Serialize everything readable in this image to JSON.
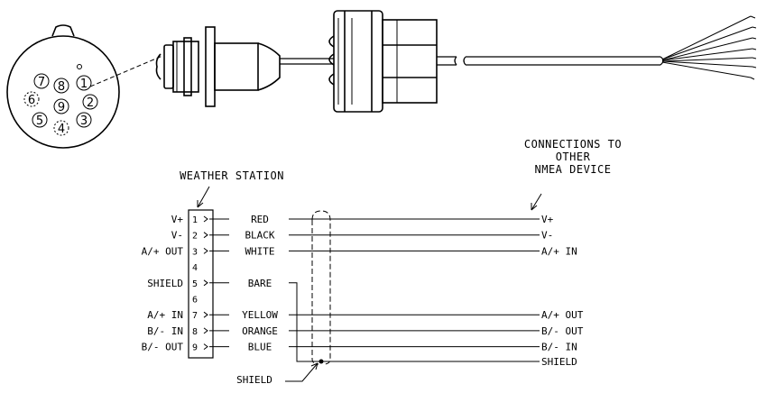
{
  "diagram": {
    "connector_face_pins": [
      "7",
      "8",
      "1",
      "6",
      "9",
      "2",
      "5",
      "4",
      "3"
    ],
    "weather_station_label": "WEATHER STATION",
    "other_device_label": [
      "CONNECTIONS TO",
      "OTHER",
      "NMEA DEVICE"
    ],
    "terminals": [
      "1",
      "2",
      "3",
      "4",
      "5",
      "6",
      "7",
      "8",
      "9"
    ],
    "left_signals": [
      {
        "pin": "1",
        "label": "V+"
      },
      {
        "pin": "2",
        "label": "V-"
      },
      {
        "pin": "3",
        "label": "A/+ OUT"
      },
      {
        "pin": "5",
        "label": "SHIELD"
      },
      {
        "pin": "7",
        "label": "A/+ IN"
      },
      {
        "pin": "8",
        "label": "B/- IN"
      },
      {
        "pin": "9",
        "label": "B/- OUT"
      }
    ],
    "wires": [
      {
        "pin": "1",
        "color": "RED",
        "target": "V+"
      },
      {
        "pin": "2",
        "color": "BLACK",
        "target": "V-"
      },
      {
        "pin": "3",
        "color": "WHITE",
        "target": "A/+ IN"
      },
      {
        "pin": "5",
        "color": "BARE",
        "target": "SHIELD"
      },
      {
        "pin": "7",
        "color": "YELLOW",
        "target": "A/+ OUT"
      },
      {
        "pin": "8",
        "color": "ORANGE",
        "target": "B/- OUT"
      },
      {
        "pin": "9",
        "color": "BLUE",
        "target": "B/- IN"
      }
    ],
    "shield_label": "SHIELD"
  }
}
